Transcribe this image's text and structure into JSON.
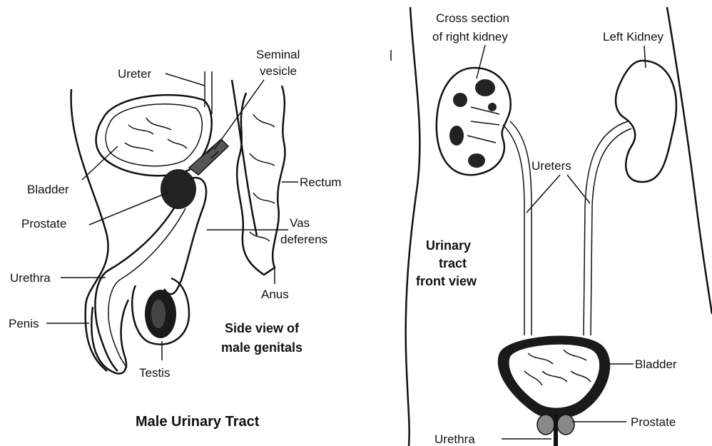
{
  "left_panel": {
    "labels": {
      "ureter": "Ureter",
      "seminal_1": "Seminal",
      "seminal_2": "vesicle",
      "bladder": "Bladder",
      "rectum": "Rectum",
      "prostate": "Prostate",
      "vas_1": "Vas",
      "vas_2": "deferens",
      "urethra": "Urethra",
      "anus": "Anus",
      "penis": "Penis",
      "testis": "Testis"
    },
    "caption_1": "Side view of",
    "caption_2": "male genitals",
    "title": "Male Urinary Tract"
  },
  "right_panel": {
    "labels": {
      "cross_1": "Cross section",
      "cross_2": "of right kidney",
      "left_kidney": "Left Kidney",
      "ureters": "Ureters",
      "bladder": "Bladder",
      "prostate": "Prostate",
      "urethra": "Urethra"
    },
    "caption_1": "Urinary",
    "caption_2": "tract",
    "caption_3": "front view"
  }
}
